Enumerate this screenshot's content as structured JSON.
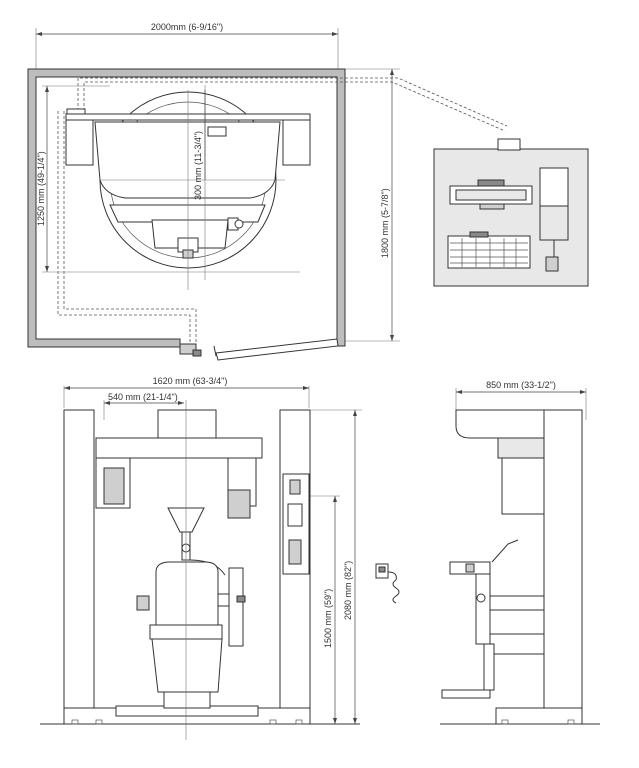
{
  "dimensions": {
    "plan_width": "2000mm (6-9/16\")",
    "plan_depth": "1800 mm (5-7/8\")",
    "plan_inner": "1250 mm (49-1/4\")",
    "plan_radius": "300 mm (11-3/4\")",
    "front_width": "1620 mm (63-3/4\")",
    "front_offset": "540 mm (21-1/4\")",
    "front_height": "2080 mm (82\")",
    "front_mid_height": "1500 mm (59\")",
    "side_depth": "850 mm (33-1/2\")"
  }
}
